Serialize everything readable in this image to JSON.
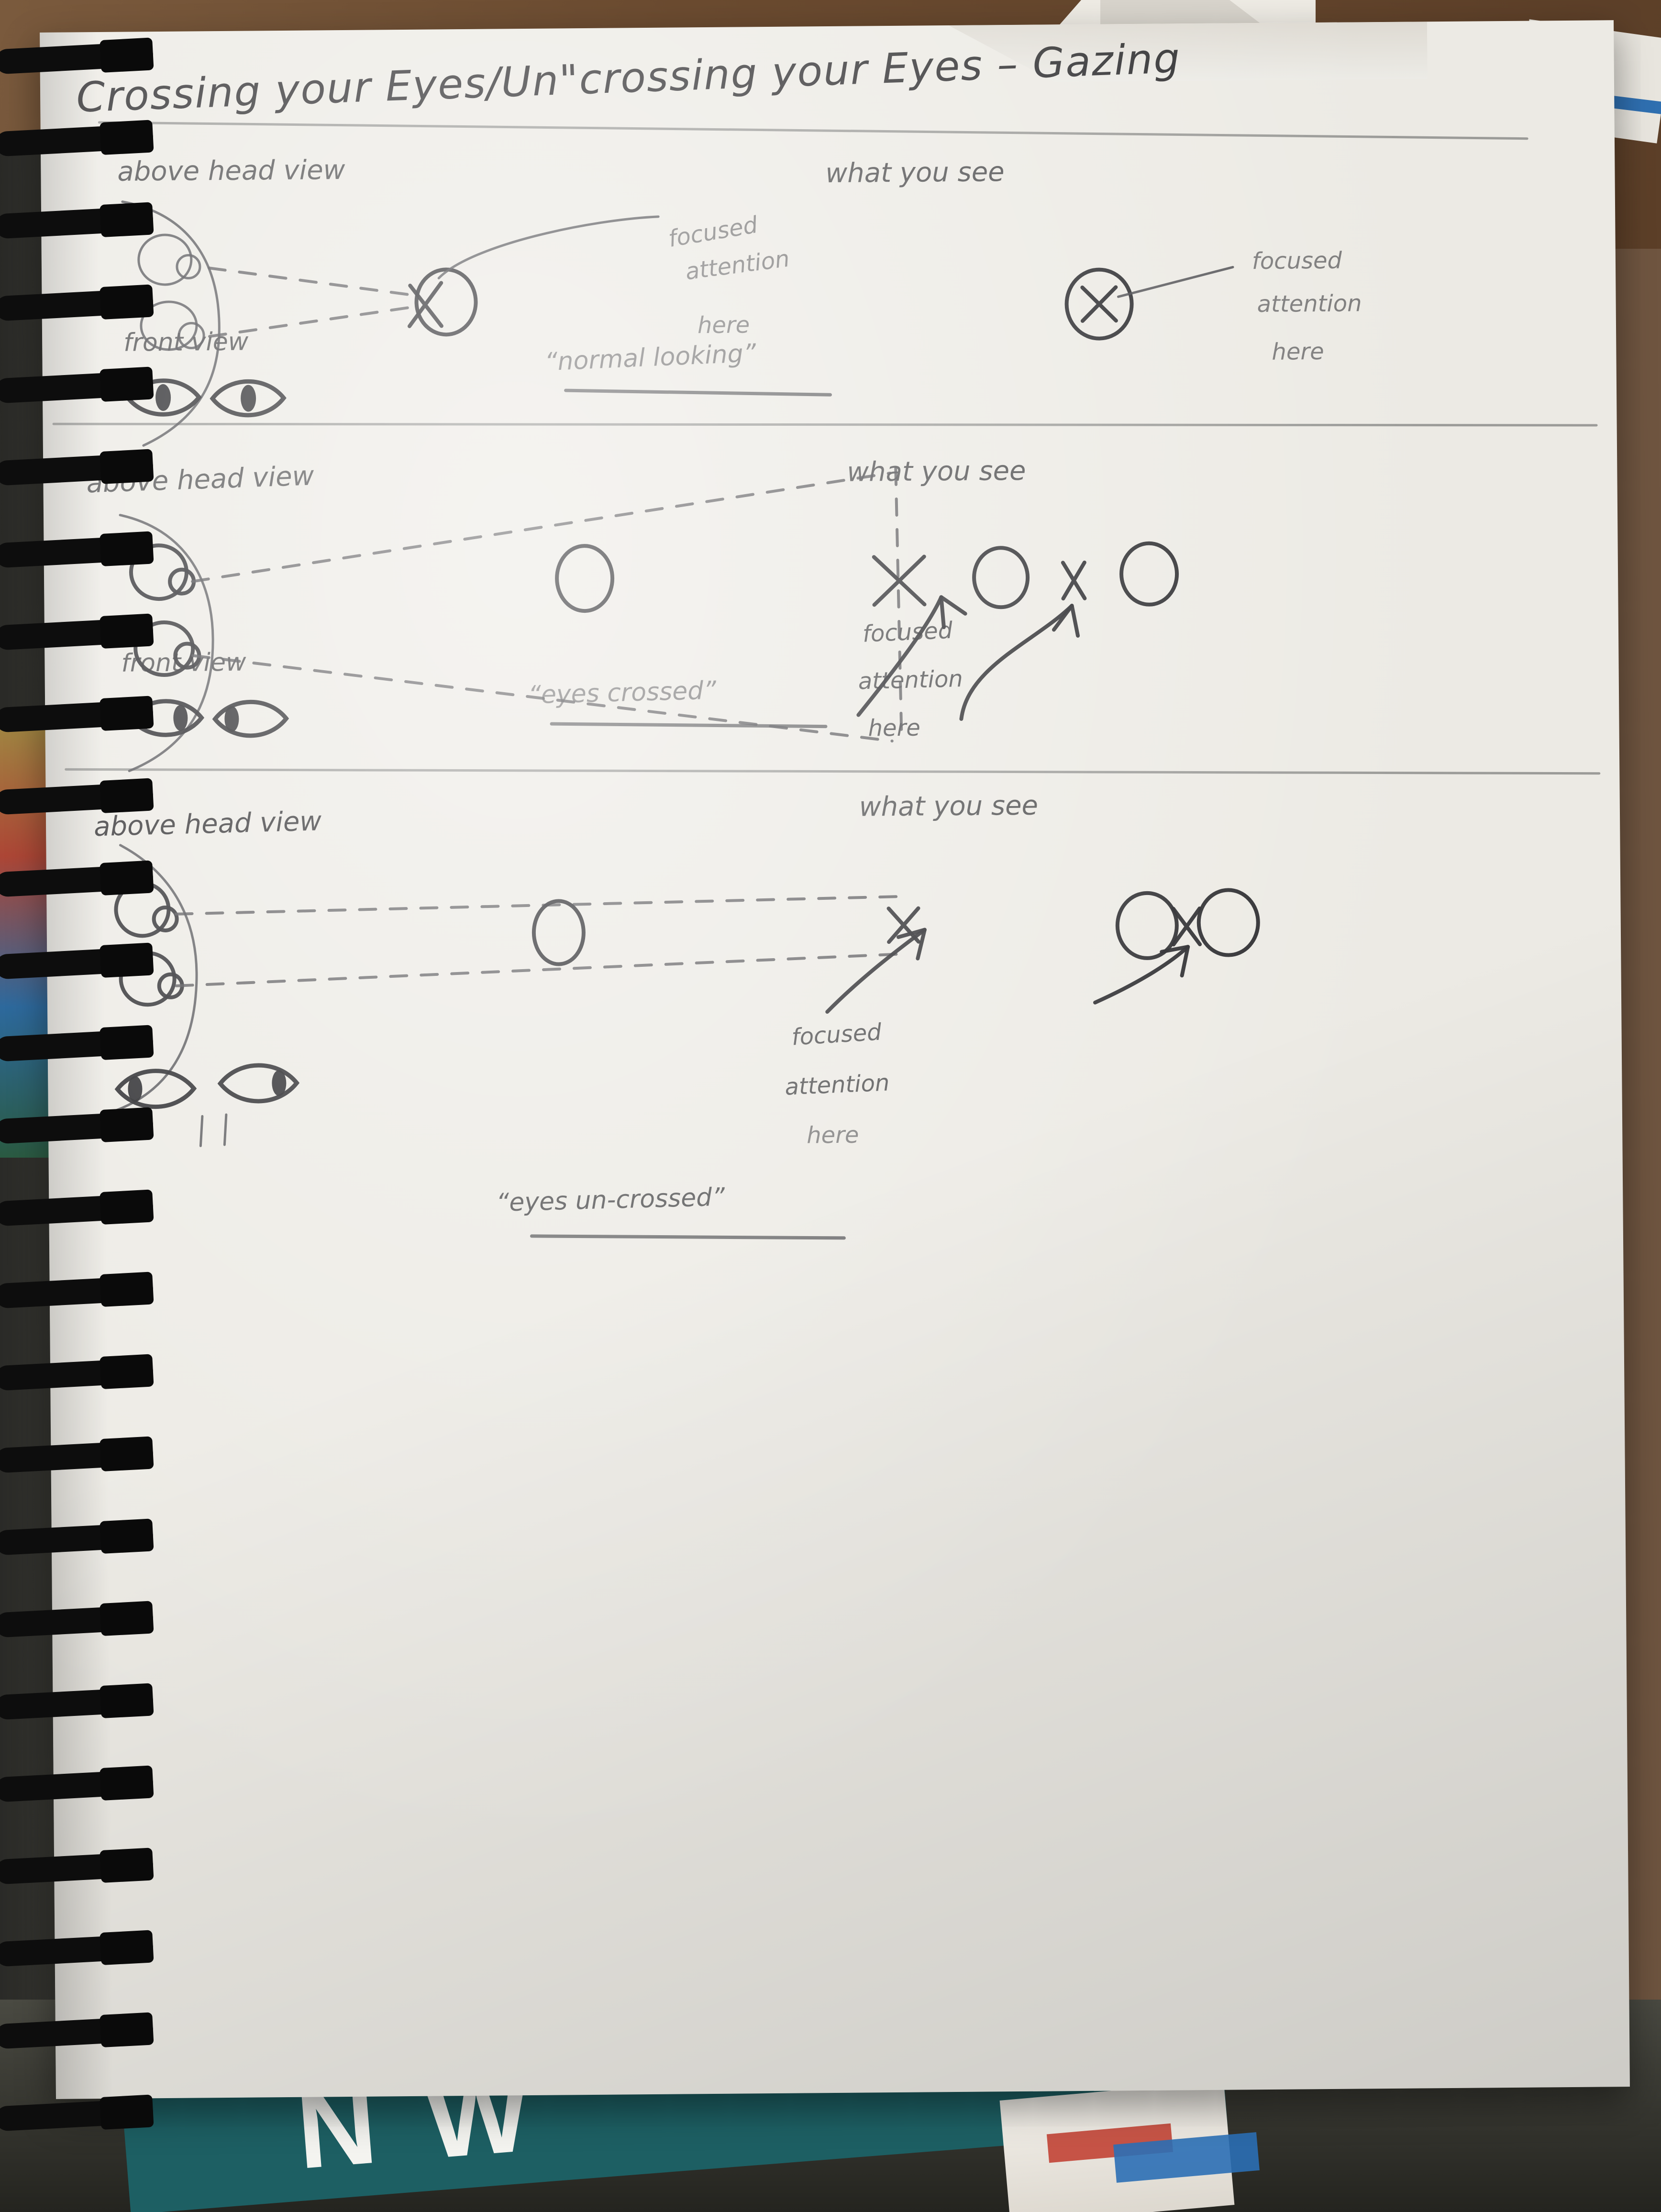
{
  "notebook": {
    "title": "Crossing your Eyes/Un\"crossing your Eyes  –  Gazing",
    "paper_color": "#eceae4",
    "ink_color": "#3a3a3c",
    "binding": "black-spiral-wire"
  },
  "sections": [
    {
      "id": "normal-looking",
      "left_heading": "above head view",
      "right_heading": "what you see",
      "front_view_label": "front view",
      "callout": {
        "line1": "focused",
        "line2": "attention",
        "line3": "here"
      },
      "right_callout": {
        "line1": "focused",
        "line2": "attention",
        "line3": "here"
      },
      "caption": "“normal looking”",
      "caption_underlined": true,
      "eye_state": "aligned",
      "sight_lines": "parallel-converging",
      "targets_seen": 1,
      "target_marks": [
        "O with x inside"
      ]
    },
    {
      "id": "eyes-crossed",
      "left_heading": "above head view",
      "right_heading": "what you see",
      "front_view_label": "front view",
      "callout": {
        "line1": "focused",
        "line2": "attention",
        "line3": "here"
      },
      "caption": "“eyes crossed”",
      "caption_underlined": true,
      "eye_state": "converged-inward",
      "sight_lines": "crossed-in-front-of-eyes",
      "targets_seen": 3,
      "target_marks": [
        "X",
        "O",
        "x",
        "O"
      ]
    },
    {
      "id": "eyes-un-crossed",
      "left_heading": "above head view",
      "right_heading": "what you see",
      "front_view_label": "",
      "callout": {
        "line1": "focused",
        "line2": "attention",
        "line3": "here"
      },
      "caption": "“eyes un-crossed”",
      "caption_underlined": true,
      "eye_state": "diverged-outward",
      "sight_lines": "parallel",
      "targets_seen": 2,
      "target_marks": [
        "O",
        "x",
        "O"
      ]
    }
  ],
  "desk": {
    "book_glyphs": "N W",
    "book_color": "#1d5f63"
  }
}
